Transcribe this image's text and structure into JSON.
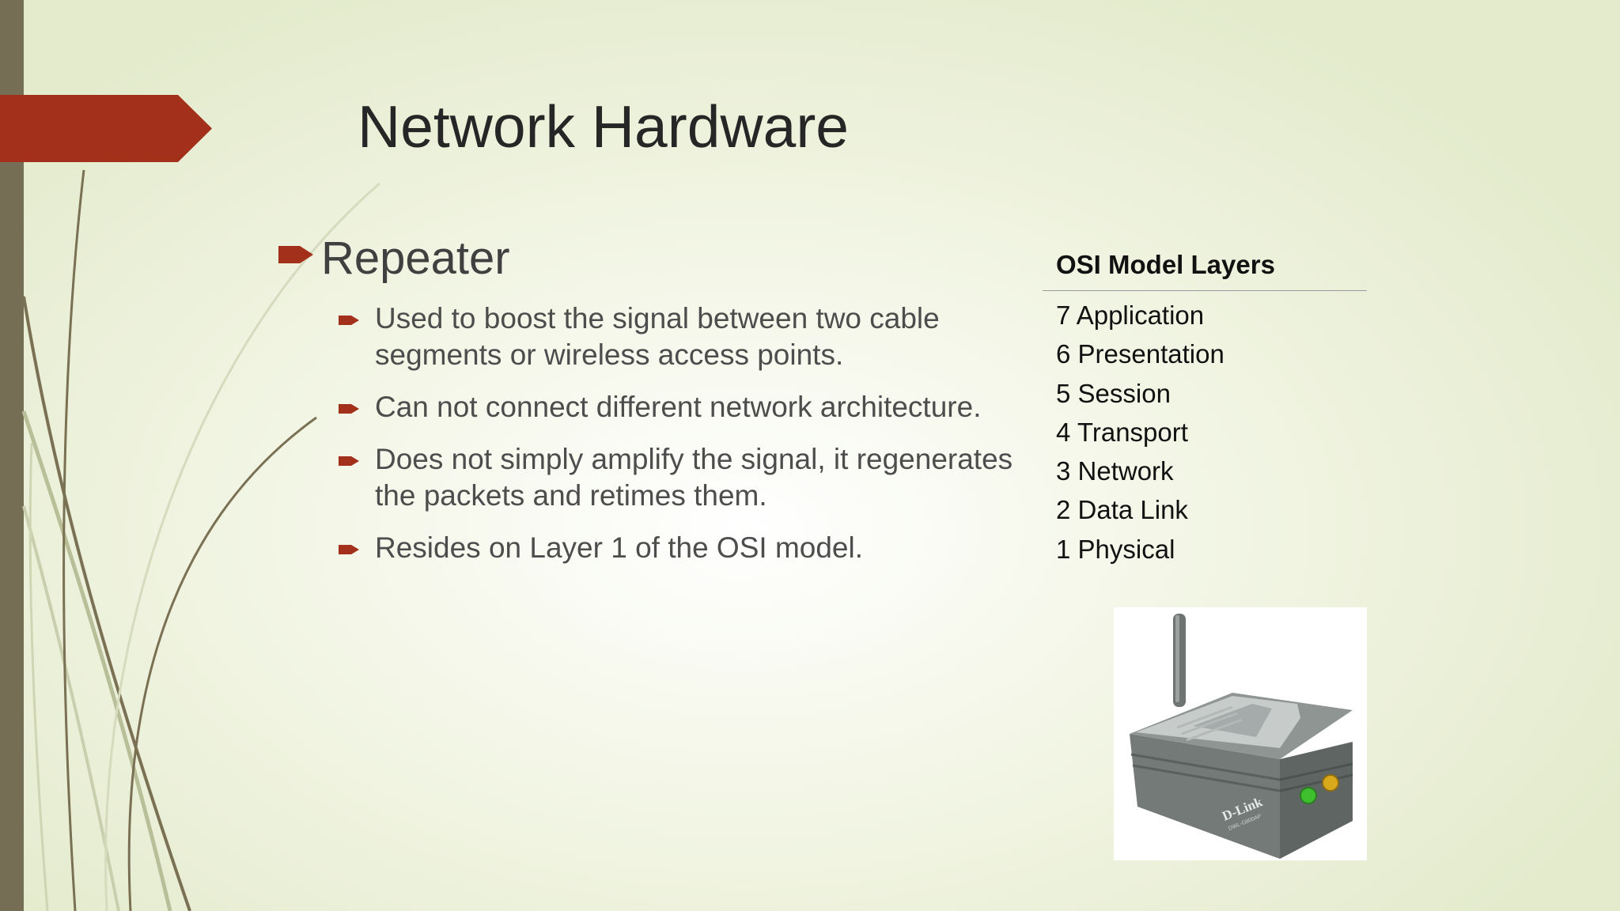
{
  "slide": {
    "title": "Network Hardware",
    "accent_color": "#a3301a",
    "sidebar_color": "#766d55"
  },
  "content": {
    "main_bullet": "Repeater",
    "sub_bullets": [
      "Used to boost the signal between two cable segments or wireless access points.",
      "Can not connect different network architecture.",
      "Does not simply amplify the signal, it regenerates the packets and retimes them.",
      "Resides on Layer 1 of the OSI model."
    ]
  },
  "osi_table": {
    "heading": "OSI Model Layers",
    "layers": [
      "7 Application",
      "6 Presentation",
      "5 Session",
      "4 Transport",
      "3 Network",
      "2 Data Link",
      "1 Physical"
    ]
  },
  "device_image": {
    "brand_text": "D-Link",
    "led_colors": [
      "#3dbf2e",
      "#d9a91c"
    ],
    "icon": "wireless-repeater-device"
  }
}
